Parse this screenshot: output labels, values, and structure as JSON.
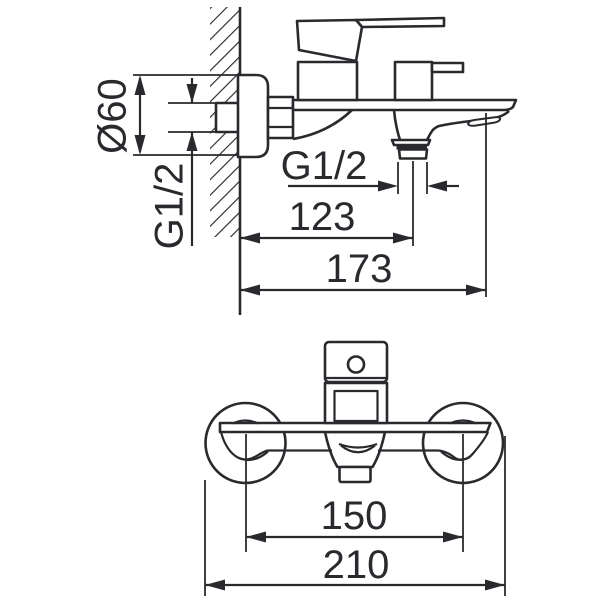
{
  "drawing": {
    "line_color": "#2a2a2e",
    "background_color": "#ffffff",
    "side_view": {
      "escutcheon_diameter_label": "Ø60",
      "wall_thread_label": "G1/2",
      "outlet_thread_label": "G1/2",
      "wall_to_outlet_label": "123",
      "wall_to_tip_label": "173"
    },
    "front_view": {
      "centers_distance_label": "150",
      "overall_width_label": "210"
    }
  }
}
